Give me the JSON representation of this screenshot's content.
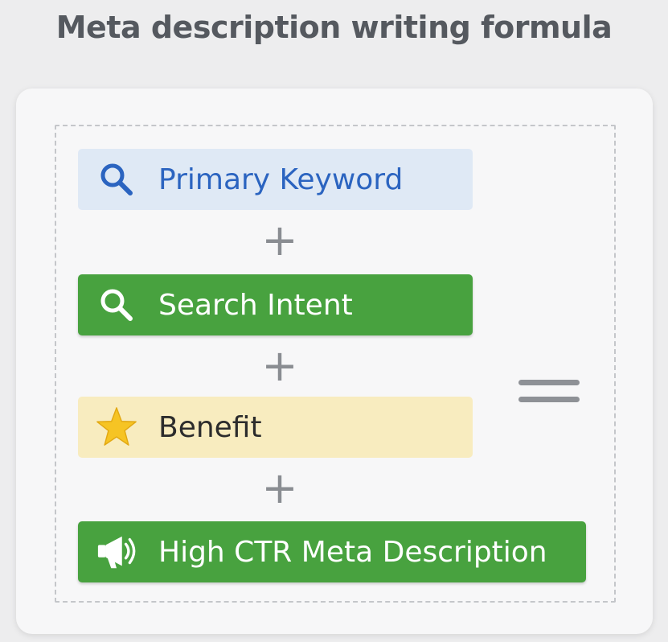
{
  "title": "Meta description writing formula",
  "formula": {
    "blocks": [
      {
        "label": "Primary Keyword",
        "icon": "search-icon",
        "color": "#dfe9f5",
        "text_color": "#2b64c0"
      },
      {
        "label": "Search Intent",
        "icon": "search-icon",
        "color": "#48a23f",
        "text_color": "#ffffff"
      },
      {
        "label": "Benefit",
        "icon": "star-icon",
        "color": "#f8ecbf",
        "text_color": "#2c2c2c"
      },
      {
        "label": "High CTR Meta Description",
        "icon": "megaphone-icon",
        "color": "#48a23f",
        "text_color": "#ffffff"
      }
    ],
    "plus_symbol": "+",
    "equals_icon": "equals-icon"
  }
}
